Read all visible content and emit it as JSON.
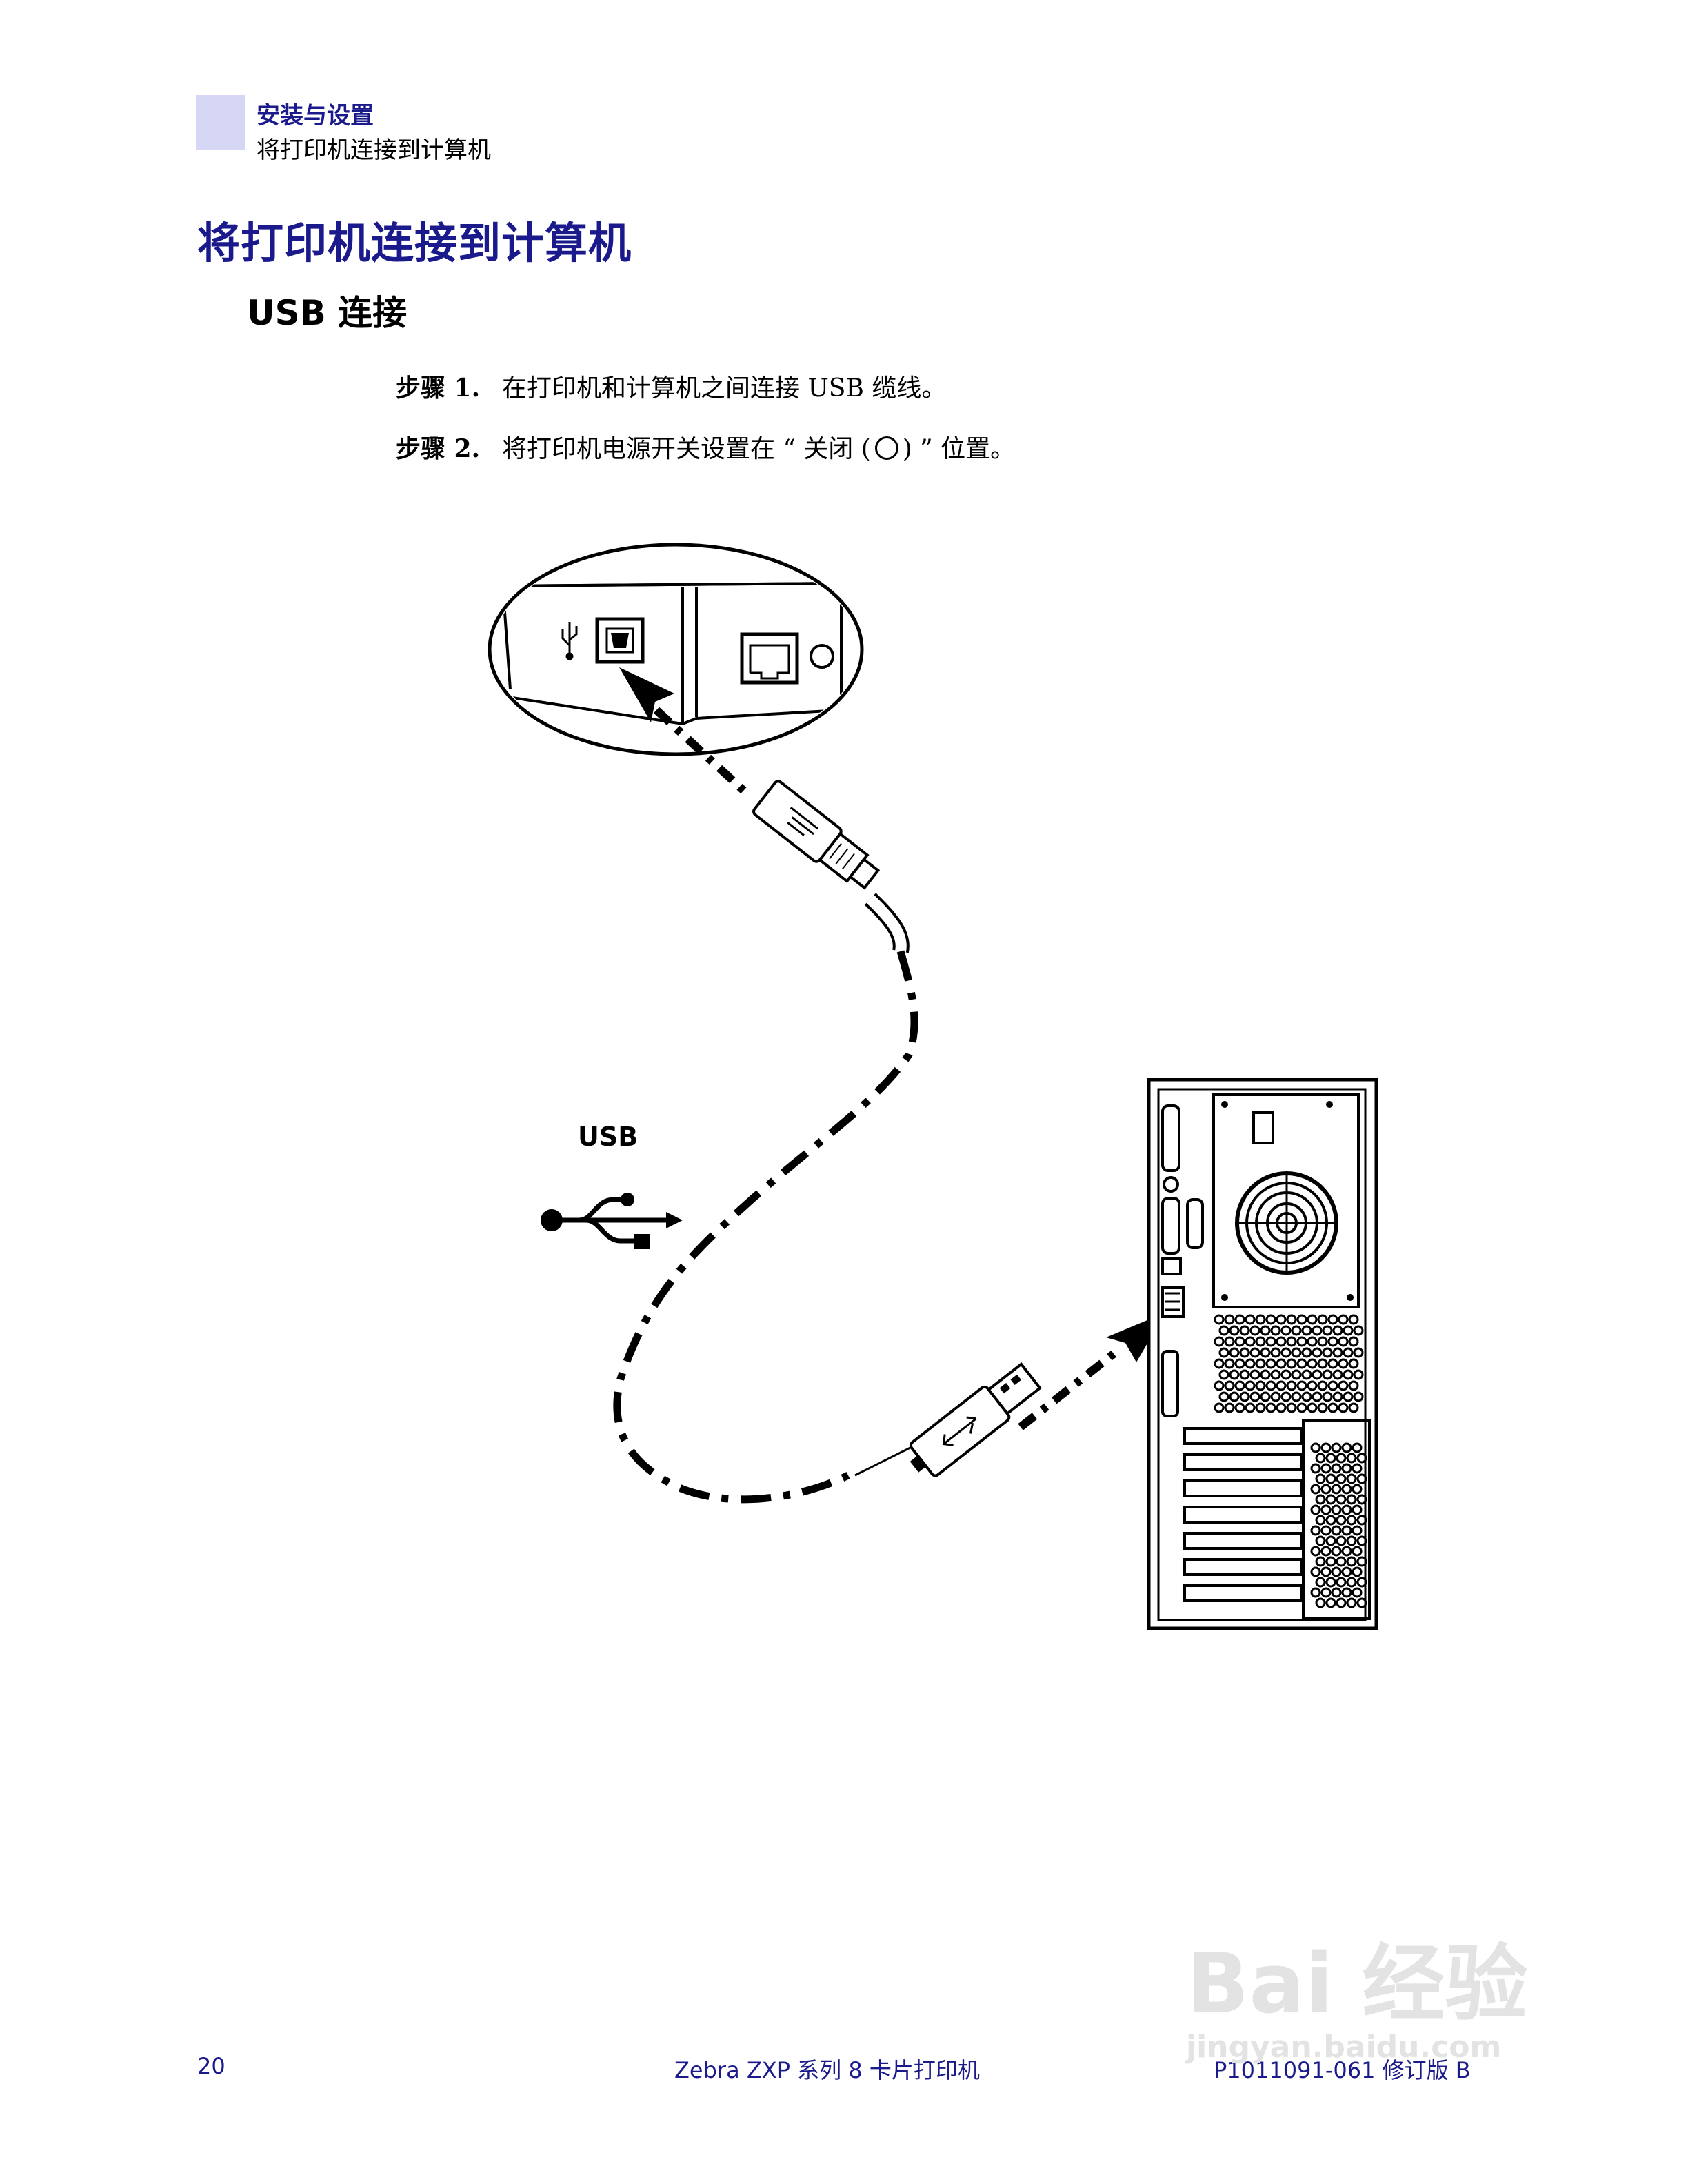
{
  "header": {
    "section": "安装与设置",
    "subsection": "将打印机连接到计算机"
  },
  "main": {
    "title": "将打印机连接到计算机",
    "subtitle": "USB 连接",
    "steps": [
      {
        "label": "步骤 1.",
        "text": "在打印机和计算机之间连接 USB 缆线。"
      },
      {
        "label": "步骤 2.",
        "text_before": "将打印机电源开关设置在 “ 关闭 (",
        "text_after": ") ” 位置。"
      }
    ]
  },
  "figure": {
    "usb_label": "USB",
    "icons": [
      "usb-port-icon",
      "ethernet-port-icon",
      "usb-trident-icon",
      "pc-tower-icon"
    ]
  },
  "footer": {
    "page_number": "20",
    "product": "Zebra ZXP 系列 8 卡片打印机",
    "doc_id": "P1011091-061 修订版 B"
  },
  "watermark": {
    "text": "Bai 经验",
    "domain": "jingyan.baidu.com"
  }
}
